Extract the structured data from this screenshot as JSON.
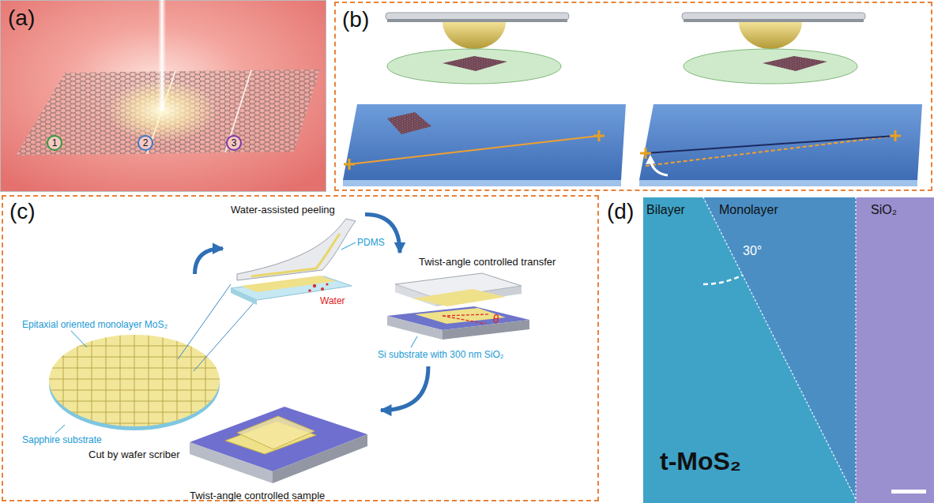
{
  "diagram": {
    "nodes": [
      {
        "text": [
          "(a)"
        ]
      },
      {
        "text": [
          "1"
        ],
        "in": 0
      },
      {
        "text": [
          "2"
        ],
        "in": 0
      },
      {
        "text": [
          "3"
        ],
        "in": 0
      },
      {
        "text": [
          "(b)"
        ]
      },
      {
        "text": [
          "(c)"
        ]
      },
      {
        "text": [
          "Cut by wafer scriber"
        ],
        "in": 5
      },
      {
        "text": [
          "Water-assisted peeling"
        ],
        "in": 5
      },
      {
        "text": [
          "Twist-angle controlled transfer"
        ],
        "in": 5
      },
      {
        "text": [
          "Twist-angle controlled sample"
        ],
        "in": 5
      },
      {
        "text": [
          "(d)"
        ]
      },
      {
        "text": [
          "Bilayer"
        ],
        "in": 10
      },
      {
        "text": [
          "Monolayer"
        ],
        "in": 10
      },
      {
        "text": [
          "SiO₂"
        ],
        "in": 10
      }
    ],
    "edges": [
      {
        "from": 6,
        "to": 7,
        "arrow": "to"
      },
      {
        "from": 7,
        "to": 8,
        "arrow": "to"
      },
      {
        "from": 8,
        "to": 9,
        "arrow": "to"
      }
    ],
    "labels": [
      "Epitaxial oriented monolayer MoS₂",
      "Sapphire substrate",
      "PDMS",
      "Water",
      "θ",
      "Si substrate with 300 nm SiO₂",
      "30°",
      "t-MoS₂"
    ]
  }
}
